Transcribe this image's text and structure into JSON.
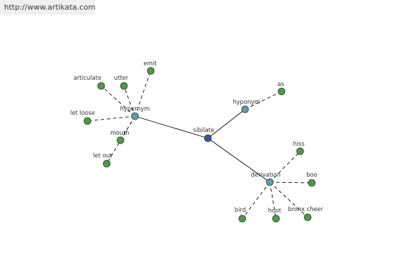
{
  "banner": {
    "url": "http://www.artikata.com"
  },
  "graph": {
    "colors": {
      "center": "#3f4fa0",
      "hub": "#5aa0a8",
      "leaf": "#4f9a45",
      "node_stroke": "#2a3a2a",
      "edge": "#000000"
    },
    "nodes": [
      {
        "id": "sibilate",
        "label": "sibilate",
        "kind": "center"
      },
      {
        "id": "hypernym",
        "label": "hypernym",
        "kind": "hub"
      },
      {
        "id": "hyponym",
        "label": "hyponym",
        "kind": "hub"
      },
      {
        "id": "derivation",
        "label": "derivation",
        "kind": "hub"
      },
      {
        "id": "articulate",
        "label": "articulate",
        "kind": "leaf"
      },
      {
        "id": "utter",
        "label": "utter",
        "kind": "leaf"
      },
      {
        "id": "emit",
        "label": "emit",
        "kind": "leaf"
      },
      {
        "id": "let-loose",
        "label": "let loose",
        "kind": "leaf"
      },
      {
        "id": "mouth",
        "label": "mouth",
        "kind": "leaf"
      },
      {
        "id": "let-out",
        "label": "let out",
        "kind": "leaf"
      },
      {
        "id": "as",
        "label": "as",
        "kind": "leaf"
      },
      {
        "id": "hiss",
        "label": "hiss",
        "kind": "leaf"
      },
      {
        "id": "boo",
        "label": "boo",
        "kind": "leaf"
      },
      {
        "id": "bird",
        "label": "bird",
        "kind": "leaf"
      },
      {
        "id": "hoot",
        "label": "hoot",
        "kind": "leaf"
      },
      {
        "id": "bronx-cheer",
        "label": "bronx cheer",
        "kind": "leaf"
      }
    ],
    "edges": [
      {
        "from": "sibilate",
        "to": "hypernym",
        "style": "solid"
      },
      {
        "from": "sibilate",
        "to": "hyponym",
        "style": "solid"
      },
      {
        "from": "sibilate",
        "to": "derivation",
        "style": "solid"
      },
      {
        "from": "hypernym",
        "to": "articulate",
        "style": "dashed"
      },
      {
        "from": "hypernym",
        "to": "utter",
        "style": "dashed"
      },
      {
        "from": "hypernym",
        "to": "emit",
        "style": "dashed"
      },
      {
        "from": "hypernym",
        "to": "let-loose",
        "style": "dashed"
      },
      {
        "from": "hypernym",
        "to": "mouth",
        "style": "dashed"
      },
      {
        "from": "hypernym",
        "to": "let-out",
        "style": "dashed"
      },
      {
        "from": "hyponym",
        "to": "as",
        "style": "dashed"
      },
      {
        "from": "derivation",
        "to": "hiss",
        "style": "dashed"
      },
      {
        "from": "derivation",
        "to": "boo",
        "style": "dashed"
      },
      {
        "from": "derivation",
        "to": "bird",
        "style": "dashed"
      },
      {
        "from": "derivation",
        "to": "hoot",
        "style": "dashed"
      },
      {
        "from": "derivation",
        "to": "bronx-cheer",
        "style": "dashed"
      }
    ]
  }
}
